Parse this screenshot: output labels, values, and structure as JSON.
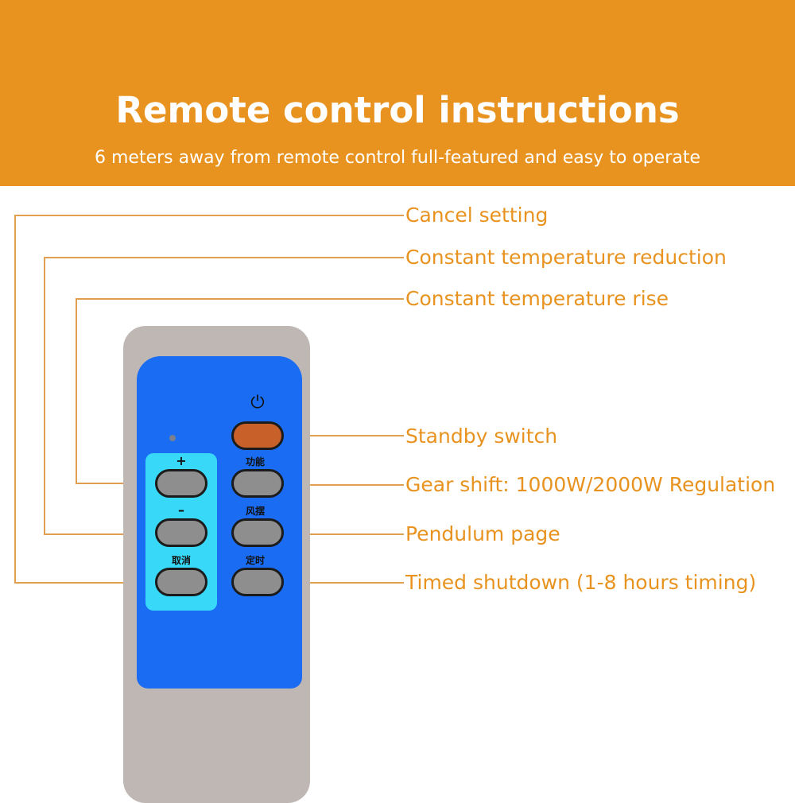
{
  "header": {
    "title": "Remote control instructions",
    "subtitle": "6 meters away from remote control full-featured and easy to operate"
  },
  "labels": {
    "cancel": "Cancel setting",
    "reduction": "Constant temperature reduction",
    "rise": "Constant temperature rise",
    "standby": "Standby switch",
    "gear": "Gear shift: 1000W/2000W Regulation",
    "pendulum": "Pendulum page",
    "timed": "Timed shutdown (1-8 hours timing)"
  },
  "remote": {
    "plus": "+",
    "minus": "–",
    "cancel": "取消",
    "function": "功能",
    "swing": "风摆",
    "timer": "定时",
    "power_icon": "⏻"
  },
  "colors": {
    "accent": "#e8931f",
    "panel": "#1a6cf2"
  }
}
